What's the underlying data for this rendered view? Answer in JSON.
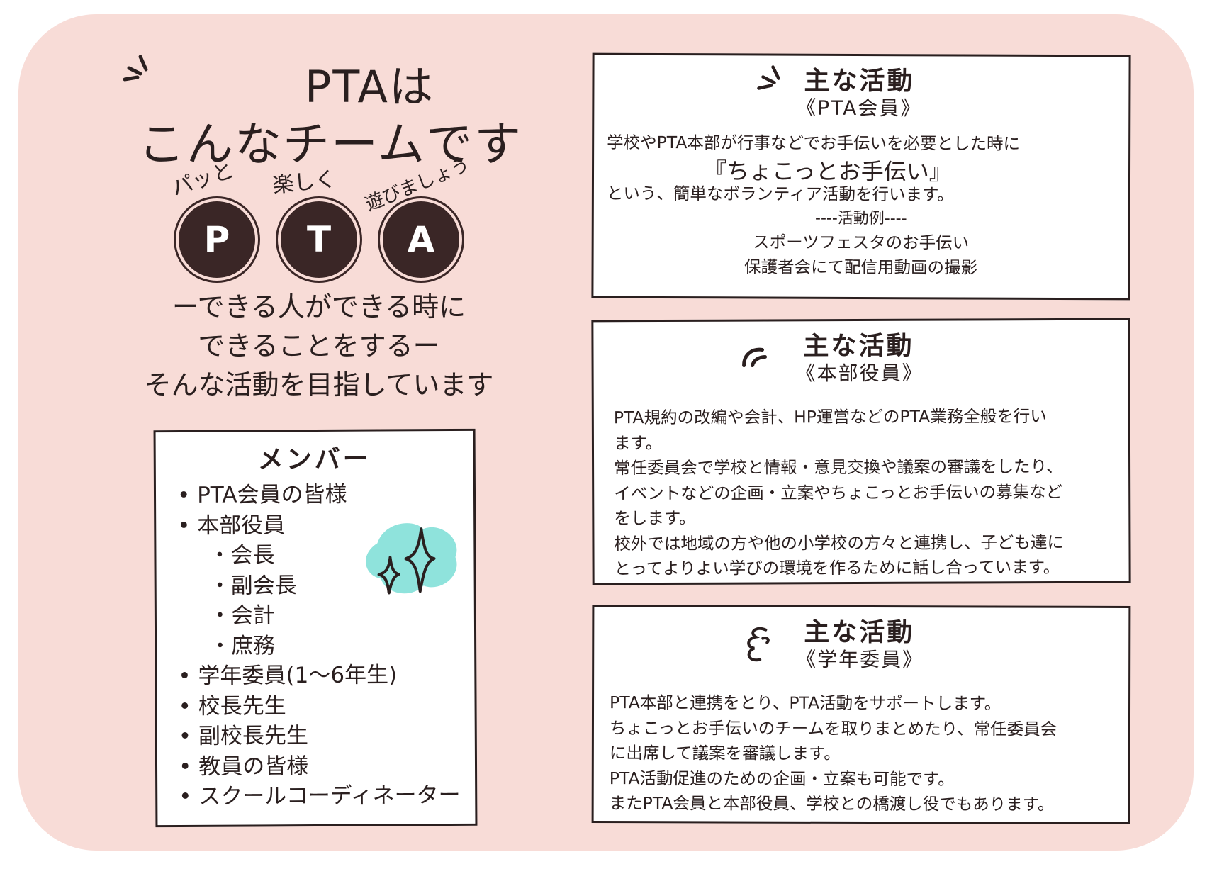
{
  "intro": {
    "title_line1": "PTAは",
    "title_line2": "こんなチームです",
    "letters": [
      {
        "letter": "P",
        "label": "パッと"
      },
      {
        "letter": "T",
        "label": "楽しく"
      },
      {
        "letter": "A",
        "label": "遊びましょう"
      }
    ],
    "slogan": [
      "ーできる人ができる時に",
      "できることをするー",
      "そんな活動を目指しています"
    ]
  },
  "members": {
    "title": "メンバー",
    "items": [
      {
        "text": "PTA会員の皆様",
        "sub": false
      },
      {
        "text": "本部役員",
        "sub": false
      },
      {
        "text": "会長",
        "sub": true
      },
      {
        "text": "副会長",
        "sub": true
      },
      {
        "text": "会計",
        "sub": true
      },
      {
        "text": "庶務",
        "sub": true
      },
      {
        "text": "学年委員(1〜6年生)",
        "sub": false
      },
      {
        "text": "校長先生",
        "sub": false
      },
      {
        "text": "副校長先生",
        "sub": false
      },
      {
        "text": "教員の皆様",
        "sub": false
      },
      {
        "text": "スクールコーディネーター",
        "sub": false
      }
    ]
  },
  "activities": [
    {
      "heading": "主な活動",
      "role": "《PTA会員》",
      "intro": "学校やPTA本部が行事などでお手伝いを必要とした時に",
      "highlight": "『ちょこっとお手伝い』",
      "after": "という、簡単なボランティア活動を行います。",
      "examples_title": "----活動例----",
      "examples": [
        "スポーツフェスタのお手伝い",
        "保護者会にて配信用動画の撮影"
      ]
    },
    {
      "heading": "主な活動",
      "role": "《本部役員》",
      "lines": [
        "PTA規約の改編や会計、HP運営などのPTA業務全般を行い",
        "ます。",
        "常任委員会で学校と情報・意見交換や議案の審議をしたり、",
        "イベントなどの企画・立案やちょこっとお手伝いの募集など",
        "をします。",
        "校外では地域の方や他の小学校の方々と連携し、子ども達に",
        "とってよりよい学びの環境を作るために話し合っています。"
      ]
    },
    {
      "heading": "主な活動",
      "role": "《学年委員》",
      "lines": [
        "PTA本部と連携をとり、PTA活動をサポートします。",
        "ちょこっとお手伝いのチームを取りまとめたり、常任委員会",
        "に出席して議案を審議します。",
        "PTA活動促進のための企画・立案も可能です。",
        "またPTA会員と本部役員、学校との橋渡し役でもあります。"
      ]
    }
  ],
  "colors": {
    "background": "#f8dcd7",
    "ink": "#2a1f1f",
    "circle": "#3a2626",
    "sparkle_blob": "#8fe3dc"
  }
}
